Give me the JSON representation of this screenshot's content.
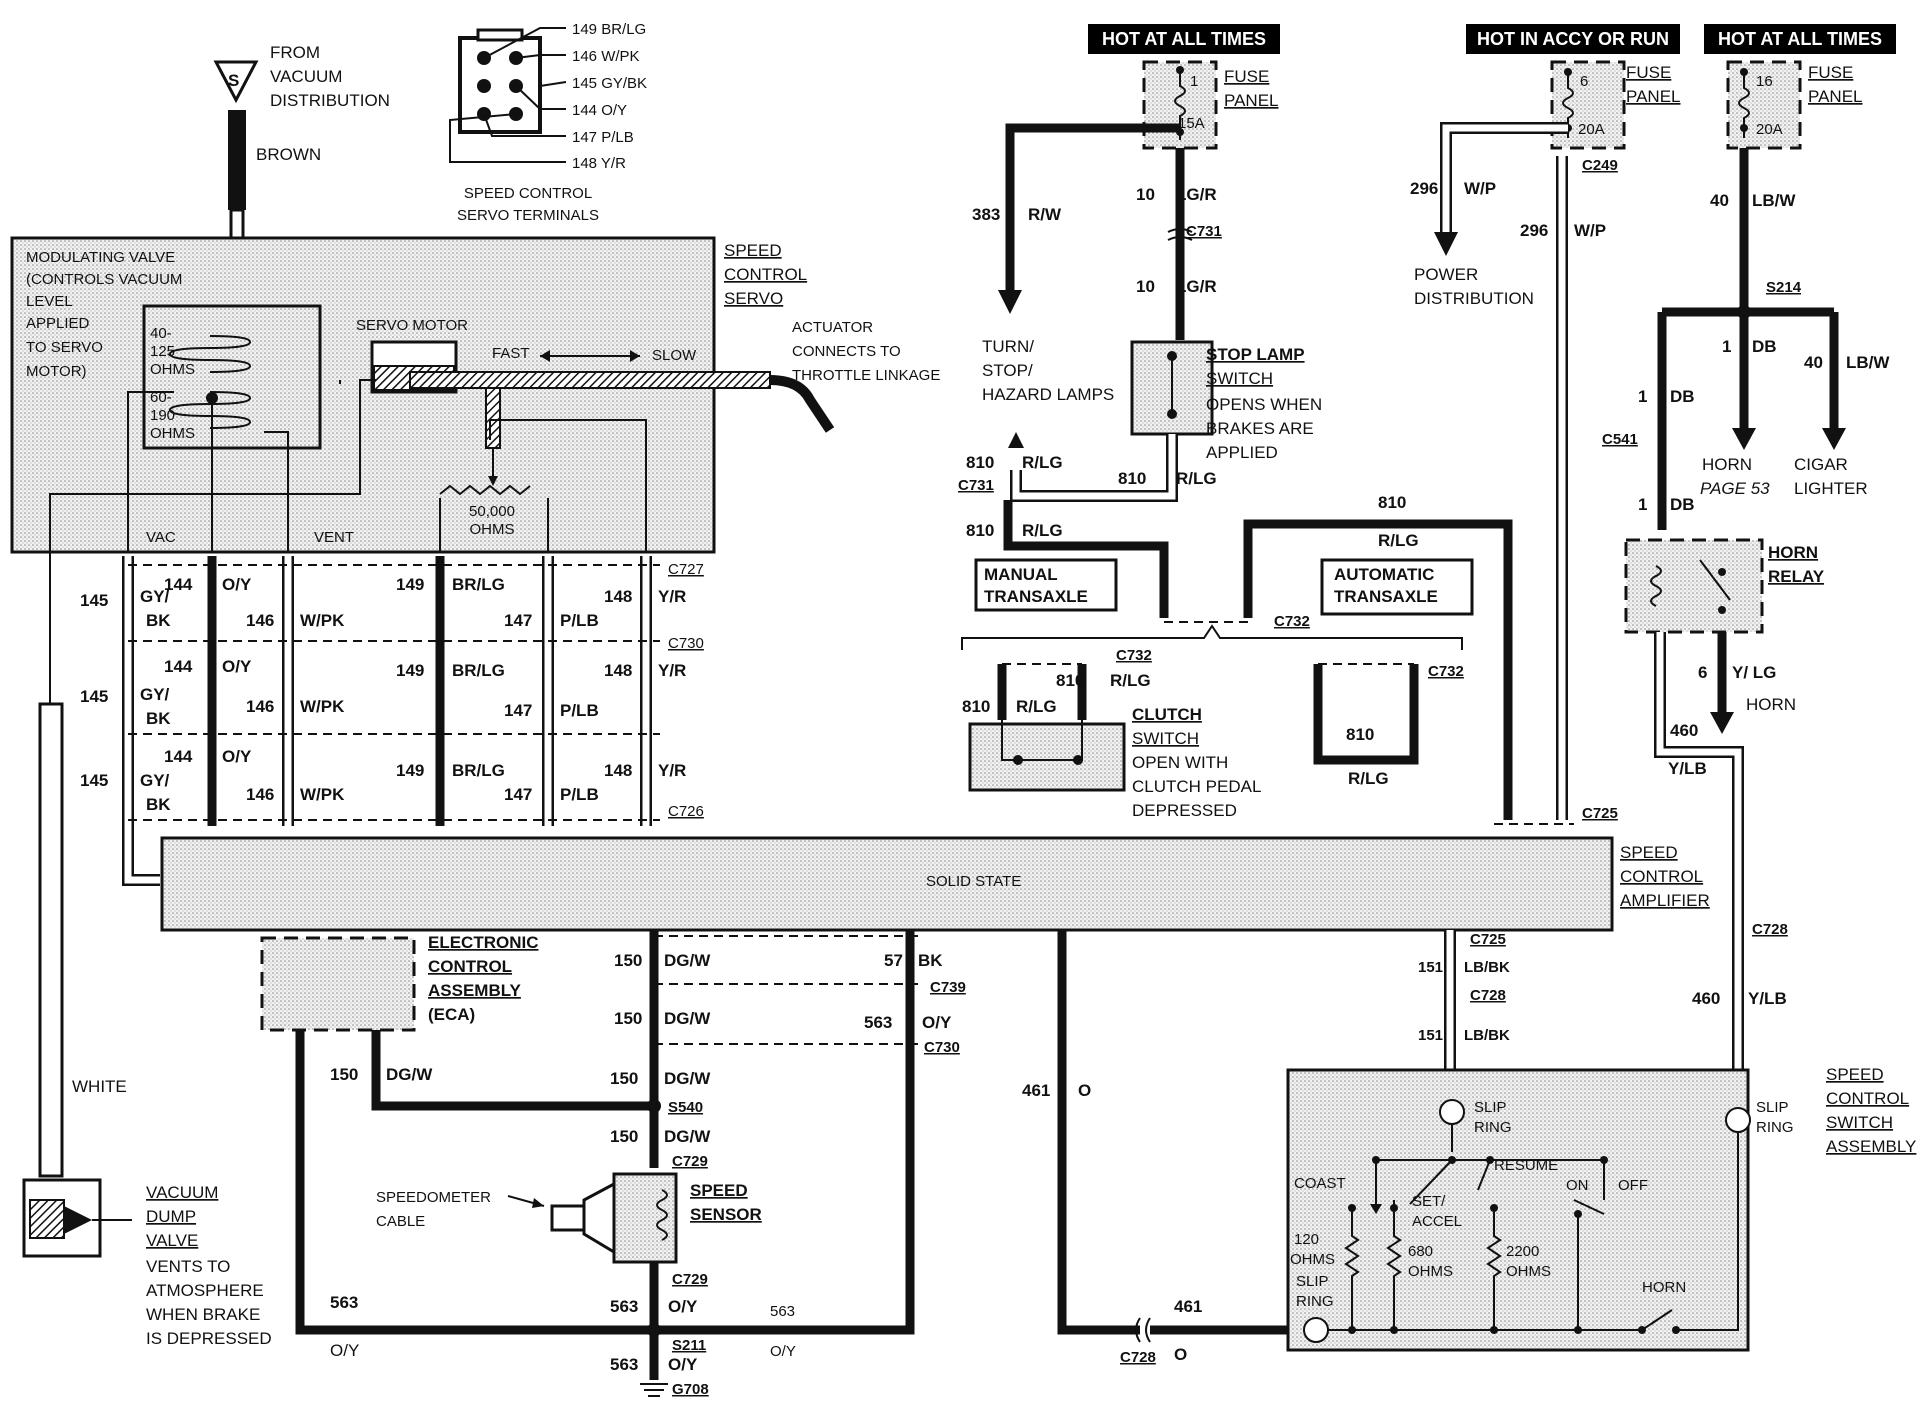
{
  "power": {
    "hot_at_all_times_1": "HOT AT ALL TIMES",
    "hot_accy_run": "HOT IN ACCY OR RUN",
    "hot_at_all_times_2": "HOT AT ALL TIMES",
    "fuse_panel": "FUSE",
    "fuse_panel_2": "PANEL",
    "fuse_1_num": "1",
    "fuse_1_amp": "15A",
    "fuse_6_num": "6",
    "fuse_6_amp": "20A",
    "fuse_16_num": "16",
    "fuse_16_amp": "20A"
  },
  "servo_terminals": {
    "pins": [
      "149 BR/LG",
      "146 W/PK",
      "145 GY/BK",
      "144 O/Y",
      "147 P/LB",
      "148 Y/R"
    ],
    "caption_1": "SPEED CONTROL",
    "caption_2": "SERVO TERMINALS"
  },
  "vacuum": {
    "from_1": "FROM",
    "from_2": "VACUUM",
    "from_3": "DISTRIBUTION",
    "source_letter": "S",
    "brown": "BROWN",
    "white": "WHITE"
  },
  "servo": {
    "title_1": "SPEED",
    "title_2": "CONTROL",
    "title_3": "SERVO",
    "mod_valve": [
      "MODULATING VALVE",
      "(CONTROLS VACUUM",
      "LEVEL",
      "APPLIED",
      "TO SERVO",
      "MOTOR)"
    ],
    "ohms_a": [
      "40-",
      "125",
      "OHMS"
    ],
    "ohms_b": [
      "60-",
      "190",
      "OHMS"
    ],
    "servo_motor": "SERVO MOTOR",
    "fast": "FAST",
    "slow": "SLOW",
    "actuator": [
      "ACTUATOR",
      "CONNECTS TO",
      "THROTTLE LINKAGE"
    ],
    "res_1": "50,000",
    "res_2": "OHMS",
    "vac": "VAC",
    "vent": "VENT"
  },
  "harness": {
    "c727": "C727",
    "c730": "C730",
    "c726": "C726",
    "row1": {
      "w145": "145",
      "c145": "GY/",
      "c145b": "BK",
      "w144": "144",
      "c144": "O/Y",
      "w146": "146",
      "c146": "W/PK",
      "w149": "149",
      "c149": "BR/LG",
      "w147": "147",
      "c147": "P/LB",
      "w148": "148",
      "c148": "Y/R"
    },
    "row2": {
      "w145": "145",
      "c145": "GY/",
      "c145b": "BK",
      "w144": "144",
      "c144": "O/Y",
      "w146": "146",
      "c146": "W/PK",
      "w149": "149",
      "c149": "BR/LG",
      "w147": "147",
      "c147": "P/LB",
      "w148": "148",
      "c148": "Y/R"
    },
    "row3": {
      "w145": "145",
      "c145": "GY/",
      "c145b": "BK",
      "w144": "144",
      "c144": "O/Y",
      "w146": "146",
      "c146": "W/PK",
      "w149": "149",
      "c149": "BR/LG",
      "w147": "147",
      "c147": "P/LB",
      "w148": "148",
      "c148": "Y/R"
    }
  },
  "stoplamp": {
    "w383": "383",
    "c383": "R/W",
    "turn": [
      "TURN/",
      "STOP/",
      "HAZARD LAMPS"
    ],
    "w10a": "10",
    "c10a": "LG/R",
    "c731": "C731",
    "w10b": "10",
    "c10b": "LG/R",
    "switch_1": "STOP LAMP",
    "switch_2": "SWITCH",
    "switch_desc": [
      "OPENS WHEN",
      "BRAKES ARE",
      "APPLIED"
    ],
    "w810a": "810",
    "c810a": "R/LG",
    "c731b": "C731",
    "w810b": "810",
    "c810b": "R/LG",
    "w810c": "810",
    "c810c": "R/LG",
    "w810d": "810",
    "c810d": "R/LG",
    "manual_1": "MANUAL",
    "manual_2": "TRANSAXLE",
    "auto_1": "AUTOMATIC",
    "auto_2": "TRANSAXLE",
    "c732": "C732",
    "c732b": "C732",
    "c732c": "C732",
    "w810e": "810",
    "c810e": "R/LG",
    "w810f": "810",
    "c810f": "R/LG",
    "clutch_1": "CLUTCH",
    "clutch_2": "SWITCH",
    "clutch_desc": [
      "OPEN WITH",
      "CLUTCH PEDAL",
      "DEPRESSED"
    ],
    "w810g": "810",
    "c810g": "R/LG"
  },
  "accy": {
    "c249": "C249",
    "w296a": "296",
    "c296a": "W/P",
    "power_dist_1": "POWER",
    "power_dist_2": "DISTRIBUTION",
    "w296b": "296",
    "c296b": "W/P",
    "c725": "C725"
  },
  "horn": {
    "w40": "40",
    "c40": "LB/W",
    "s214": "S214",
    "w1a": "1",
    "c1a": "DB",
    "w40b": "40",
    "c40b": "LB/W",
    "w1b": "1",
    "c1b": "DB",
    "c541": "C541",
    "horn_lbl": "HORN",
    "page": "PAGE 53",
    "cigar_1": "CIGAR",
    "cigar_2": "LIGHTER",
    "w1c": "1",
    "c1c": "DB",
    "relay_1": "HORN",
    "relay_2": "RELAY",
    "w6": "6",
    "c6": "Y/ LG",
    "horn_out": "HORN",
    "w460a": "460",
    "c460a": "Y/LB",
    "c728": "C728",
    "w460b": "460",
    "c460b": "Y/LB"
  },
  "amplifier": {
    "label": "SOLID STATE",
    "title_1": "SPEED",
    "title_2": "CONTROL",
    "title_3": "AMPLIFIER"
  },
  "eca": {
    "title_1": "ELECTRONIC",
    "title_2": "CONTROL",
    "title_3": "ASSEMBLY",
    "title_4": "(ECA)"
  },
  "lower": {
    "w150a": "150",
    "c150a": "DG/W",
    "w57": "57",
    "c57": "BK",
    "c739": "C739",
    "w150b": "150",
    "c150b": "DG/W",
    "w563a": "563",
    "c563a": "O/Y",
    "c730": "C730",
    "w150c": "150",
    "c150c": "DG/W",
    "w150d": "150",
    "c150d": "DG/W",
    "s540": "S540",
    "w150e": "150",
    "c150e": "DG/W",
    "c729": "C729",
    "speedo_1": "SPEEDOMETER",
    "speedo_2": "CABLE",
    "sensor_1": "SPEED",
    "sensor_2": "SENSOR",
    "c729b": "C729",
    "w563b": "563",
    "c563b": "O/Y",
    "w563c": "563",
    "c563c": "O/Y",
    "w563d": "563",
    "c563d": "O/Y",
    "s211": "S211",
    "w563e": "563",
    "c563e": "O/Y",
    "g708": "G708",
    "w461": "461",
    "c461": "O",
    "w461b": "461",
    "c461b": "O",
    "c728": "C728"
  },
  "vdump": {
    "title": [
      "VACUUM",
      "DUMP",
      "VALVE"
    ],
    "desc": [
      "VENTS TO",
      "ATMOSPHERE",
      "WHEN BRAKE",
      "IS DEPRESSED"
    ]
  },
  "switch_assy": {
    "c725": "C725",
    "w151a": "151",
    "c151a": "LB/BK",
    "c728": "C728",
    "w151b": "151",
    "c151b": "LB/BK",
    "slip_ring_1": "SLIP",
    "slip_ring_2": "RING",
    "slip_ring_3": "SLIP",
    "slip_ring_4": "RING",
    "coast": "COAST",
    "set_1": "SET/",
    "set_2": "ACCEL",
    "resume": "RESUME",
    "on": "ON",
    "off": "OFF",
    "r120_1": "120",
    "r120_2": "OHMS",
    "slip_ring_5": "SLIP",
    "slip_ring_6": "RING",
    "r680_1": "680",
    "r680_2": "OHMS",
    "r2200_1": "2200",
    "r2200_2": "OHMS",
    "horn": "HORN",
    "title_1": "SPEED",
    "title_2": "CONTROL",
    "title_3": "SWITCH",
    "title_4": "ASSEMBLY"
  }
}
